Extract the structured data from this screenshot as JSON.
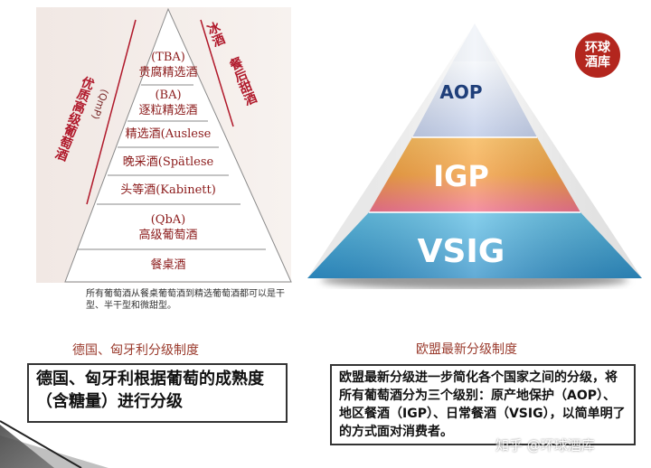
{
  "germany_pyramid": {
    "levels": [
      {
        "code": "(TBA)",
        "name": "贵腐精选酒"
      },
      {
        "code": "(BA)",
        "name": "逐粒精选酒"
      },
      {
        "code": "",
        "name": "精选酒(Auslese"
      },
      {
        "code": "",
        "name": "晚采酒(Spätlese"
      },
      {
        "code": "",
        "name": "头等酒(Kabinett)"
      },
      {
        "code": "(QbA)",
        "name": "高级葡萄酒"
      },
      {
        "code": "",
        "name": "餐桌酒"
      }
    ],
    "side_left_main": "优质高级葡萄酒",
    "side_left_code": "(QmP)",
    "side_right_top": "冰酒",
    "side_right": "餐后甜酒",
    "note": "所有葡萄酒从餐桌葡萄酒到精选葡萄酒都可以是干型、半干型和微甜型。",
    "caption": "德国、匈牙利分级制度",
    "box_text": "德国、匈牙利根据葡萄的成熟度（含糖量）进行分级"
  },
  "eu_pyramid": {
    "levels": [
      "AOP",
      "IGP",
      "VSIG"
    ],
    "colors": {
      "top": "#e8eef6",
      "aop_band": "#b8c6e6",
      "igp_band": "#f39a35",
      "vsig_band": "#3aa6d6"
    },
    "caption": "欧盟最新分级制度",
    "box_text": "欧盟最新分级进一步简化各个国家之间的分级，将所有葡萄酒分为三个级别：原产地保护（AOP）、地区餐酒（IGP）、日常餐酒（VSIG），以简单明了的方式面对消费者。"
  },
  "logo": {
    "line1": "环球",
    "line2": "酒库"
  },
  "watermark": "知乎 @环球酒库"
}
